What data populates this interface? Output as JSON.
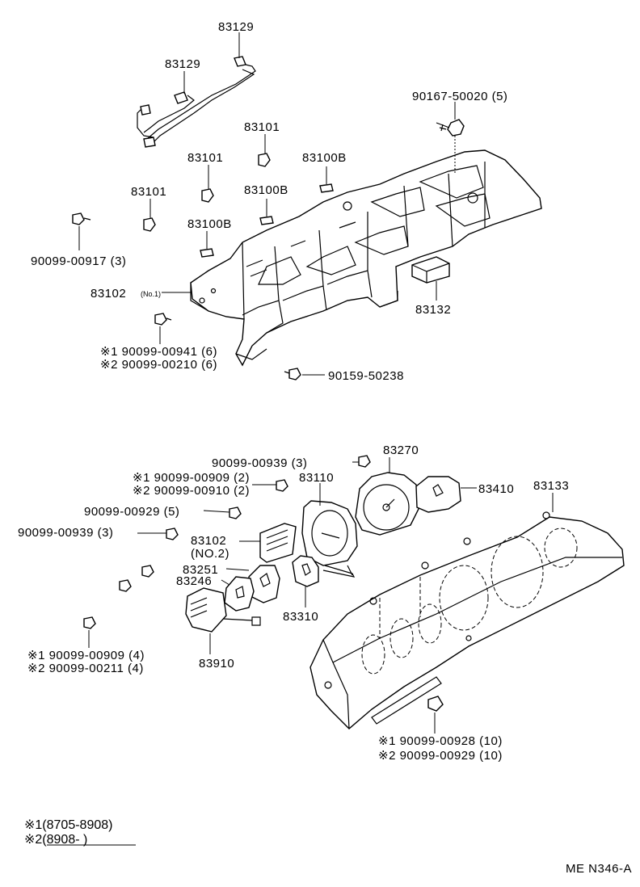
{
  "labels": {
    "p83129_top": "83129",
    "p83129_mid": "83129",
    "p90167": "90167-50020 (5)",
    "p83101_a": "83101",
    "p83101_b": "83101",
    "p83101_c": "83101",
    "p83100b_a": "83100B",
    "p83100b_b": "83100B",
    "p83100b_c": "83100B",
    "p90099_00917": "90099-00917 (3)",
    "p83102_no1": "83102",
    "p83102_no1_sub": "(No.1)",
    "p83132": "83132",
    "p90099_00941": "※1 90099-00941 (6)",
    "p90099_00210": "※2 90099-00210 (6)",
    "p90159": "90159-50238",
    "p90099_00939_a": "90099-00939 (3)",
    "p83270": "83270",
    "p90099_00909_a": "※1 90099-00909 (2)",
    "p90099_00910": "※2 90099-00910 (2)",
    "p83110": "83110",
    "p83410": "83410",
    "p83133": "83133",
    "p90099_00929_a": "90099-00929 (5)",
    "p90099_00939_b": "90099-00939 (3)",
    "p83102_no2": "83102",
    "p83102_no2_sub": "(NO.2)",
    "p83251": "83251",
    "p83246": "83246",
    "p83310": "83310",
    "p90099_00909_b": "※1 90099-00909 (4)",
    "p90099_00211": "※2 90099-00211 (4)",
    "p83910": "83910",
    "p90099_00928": "※1 90099-00928 (10)",
    "p90099_00929_b": "※2 90099-00929 (10)"
  },
  "footnotes": {
    "note1": "※1(8705-8908)",
    "note2": "※2(8908-        )"
  },
  "code": "ME N346-A"
}
